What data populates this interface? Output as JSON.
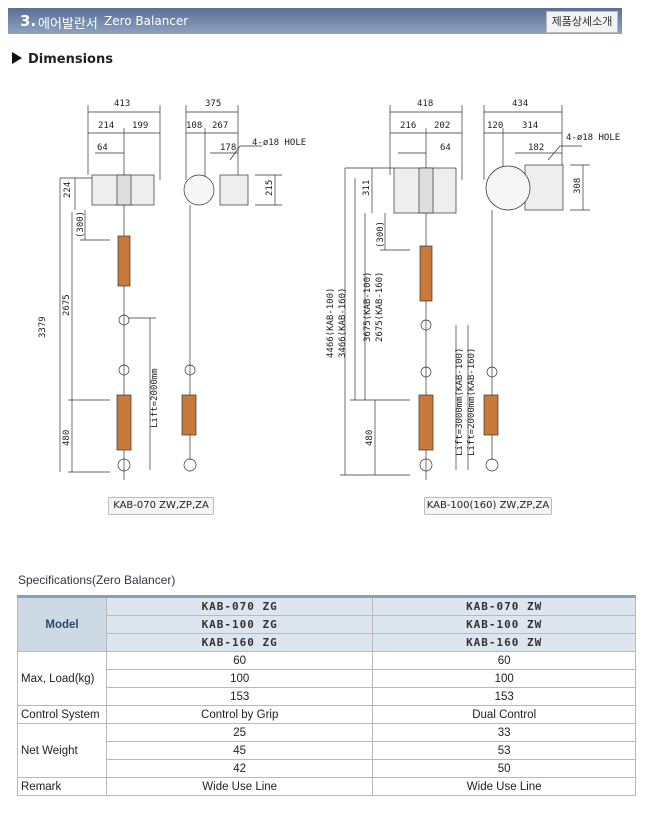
{
  "header": {
    "number": "3.",
    "title_ko": "에어발란서",
    "title_en": "Zero Balancer",
    "detail_button": "제품상세소개"
  },
  "dimensions_title": "Dimensions",
  "drawings": {
    "left": {
      "caption": "KAB-070 ZW,ZP,ZA",
      "labels": [
        "413",
        "214",
        "199",
        "64",
        "224",
        "(300)",
        "2675",
        "3379",
        "480",
        "Lift=2000mm",
        "375",
        "108",
        "267",
        "178",
        "4-ø18 HOLE",
        "215"
      ]
    },
    "right": {
      "caption": "KAB-100(160) ZW,ZP,ZA",
      "labels": [
        "418",
        "216",
        "202",
        "64",
        "311",
        "(300)",
        "4466(KAB-100)",
        "3466(KAB-160)",
        "3675(KAB-100)",
        "2675(KAB-160)",
        "480",
        "Lift=3000mm(KAB-100)",
        "Lift=2000mm(KAB-160)",
        "434",
        "120",
        "314",
        "182",
        "4-ø18 HOLE",
        "308"
      ]
    }
  },
  "specs": {
    "title": "Specifications(Zero Balancer)",
    "model_label": "Model",
    "models_zg": [
      "KAB-070 ZG",
      "KAB-100 ZG",
      "KAB-160 ZG"
    ],
    "models_zw": [
      "KAB-070 ZW",
      "KAB-100 ZW",
      "KAB-160 ZW"
    ],
    "rows": {
      "max_load": {
        "label": "Max, Load(kg)",
        "zg": [
          "60",
          "100",
          "153"
        ],
        "zw": [
          "60",
          "100",
          "153"
        ]
      },
      "control": {
        "label": "Control System",
        "zg": "Control by Grip",
        "zw": "Dual Control"
      },
      "net_weight": {
        "label": "Net Weight",
        "zg": [
          "25",
          "45",
          "42"
        ],
        "zw": [
          "33",
          "53",
          "50"
        ]
      },
      "remark": {
        "label": "Remark",
        "zg": "Wide Use Line",
        "zw": "Wide Use Line"
      }
    }
  }
}
